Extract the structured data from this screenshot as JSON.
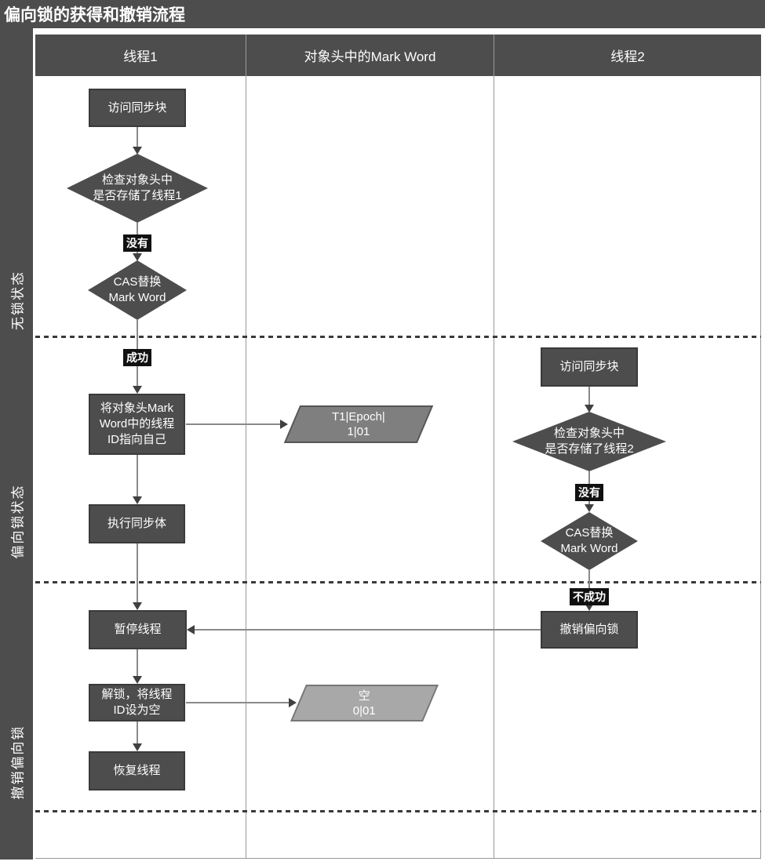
{
  "title": "偏向锁的获得和撤销流程",
  "header": {
    "lanes": [
      "线程1",
      "对象头中的Mark Word",
      "线程2"
    ]
  },
  "sidebar": {
    "phases": [
      "无锁状态",
      "偏向锁状态",
      "撤销偏向锁"
    ]
  },
  "thread1": {
    "access": "访问同步块",
    "check": {
      "line1": "检查对象头中",
      "line2": "是否存储了线程1"
    },
    "no": "没有",
    "cas": {
      "line1": "CAS替换",
      "line2": "Mark Word"
    },
    "success": "成功",
    "set_id": {
      "line1": "将对象头Mark",
      "line2": "Word中的线程",
      "line3": "ID指向自己"
    },
    "execute": "执行同步体",
    "pause": "暂停线程",
    "unlock": {
      "line1": "解锁，将线程",
      "line2": "ID设为空"
    },
    "resume": "恢复线程"
  },
  "markword": {
    "biased": {
      "line1": "T1|Epoch|",
      "line2": "1|01"
    },
    "empty": {
      "line1": "空",
      "line2": "0|01"
    }
  },
  "thread2": {
    "access": "访问同步块",
    "check": {
      "line1": "检查对象头中",
      "line2": "是否存储了线程2"
    },
    "no": "没有",
    "cas": {
      "line1": "CAS替换",
      "line2": "Mark Word"
    },
    "fail": "不成功",
    "revoke": "撤销偏向锁"
  },
  "colors": {
    "dark": "#4d4d4d",
    "markword_biased_fill": "#7f7f7f",
    "markword_empty_fill": "#a8a8a8",
    "label_bg": "#111111",
    "lane_line": "#999999"
  }
}
